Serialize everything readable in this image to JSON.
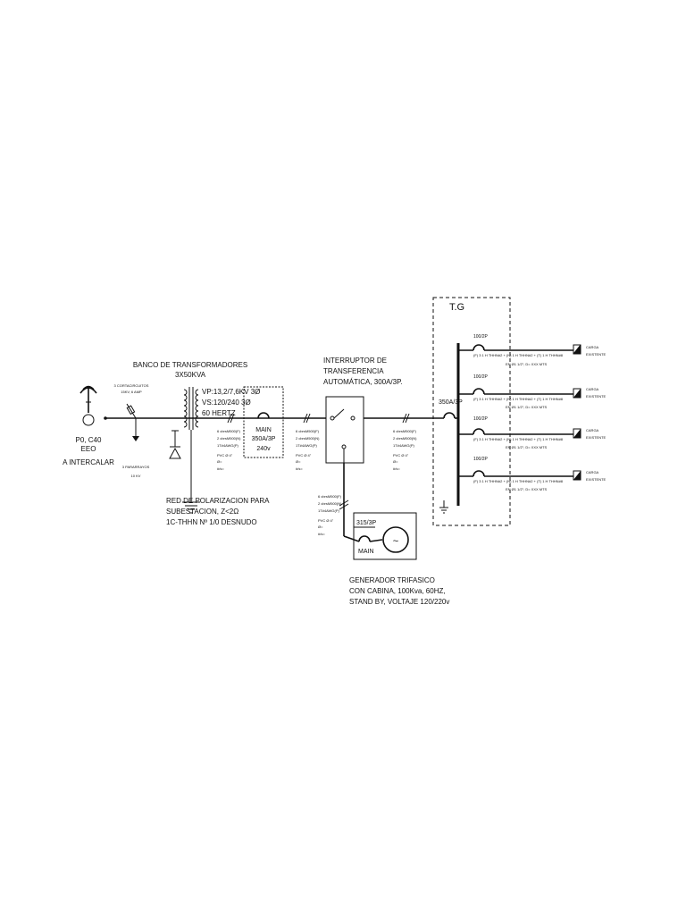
{
  "source_pole": {
    "lines": [
      "P0, C40",
      "EEO",
      "A INTERCALAR"
    ]
  },
  "cutouts": {
    "lines": [
      "3 CORTACIRCUITOS",
      "15KV,  6 AMP"
    ]
  },
  "arresters": {
    "lines": [
      "3 PARARRAYOS",
      "10 KV"
    ]
  },
  "transformer_bank": {
    "title_lines": [
      "BANCO DE TRANSFORMADORES",
      "3X50KVA"
    ],
    "specs": [
      "VP:13,2/7,6KV 3Ø",
      "VS:120/240 3Ø",
      "60 HERTZ"
    ]
  },
  "grounding": {
    "lines": [
      "RED DE POLARIZACION PARA",
      "SUBESTACION,  Z<2Ω",
      "1C-THHN Nº 1/0 DESNUDO"
    ]
  },
  "main_breaker": {
    "lines": [
      "MAIN",
      "350A/3P",
      "240v"
    ]
  },
  "conductors": {
    "lines": [
      "6 cbrsM500(F)",
      "2 cbrsM500(N)",
      "1T#4AWG(P)"
    ],
    "pipe_lines": [
      "PVC Ø 4\"",
      "Ø=",
      "#/s="
    ]
  },
  "transfer_switch": {
    "lines": [
      "INTERRUPTOR DE",
      "TRANSFERENCIA",
      "AUTOMÁTICA, 300A/3P."
    ]
  },
  "generator": {
    "breaker": "315/3P",
    "main": "MAIN",
    "symbol": "~",
    "lines": [
      "GENERADOR TRIFASICO",
      "CON CABINA, 100Kva, 60HZ,",
      "STAND BY, VOLTAJE 120/220v"
    ]
  },
  "panel": {
    "title": "T.G",
    "main_breaker": "350A/3P",
    "branches": [
      {
        "breaker": "100/2P",
        "cable_line1": "(F)   3 1 H THHN#2 + (N) 1 H THHN#2 + (T) 1 H THHN#8",
        "cable_line2": "EN  Ø1 1/2\";   D= XXX MTS",
        "load": [
          "CARGA",
          "EXISTENTE"
        ]
      },
      {
        "breaker": "100/2P",
        "cable_line1": "(F)   3 1 H THHN#2 + (N) 1 H THHN#2 + (T) 1 H THHN#8",
        "cable_line2": "EN  Ø1 1/2\";   D= XXX MTS",
        "load": [
          "CARGA",
          "EXISTENTE"
        ]
      },
      {
        "breaker": "100/2P",
        "cable_line1": "(F)   3 1 H THHN#2 + (N) 1 H THHN#2 + (T) 1 H THHN#8",
        "cable_line2": "EN  Ø1 1/2\";   D= XXX MTS",
        "load": [
          "CARGA",
          "EXISTENTE"
        ]
      },
      {
        "breaker": "100/2P",
        "cable_line1": "(F)   3 1 H THHN#2 + (N) 1 H THHN#2 + (T) 1 H THHN#8",
        "cable_line2": "EN  Ø1 1/2\";   D= XXX MTS",
        "load": [
          "CARGA",
          "EXISTENTE"
        ]
      }
    ]
  },
  "colors": {
    "line": "#111111",
    "background": "#ffffff"
  }
}
